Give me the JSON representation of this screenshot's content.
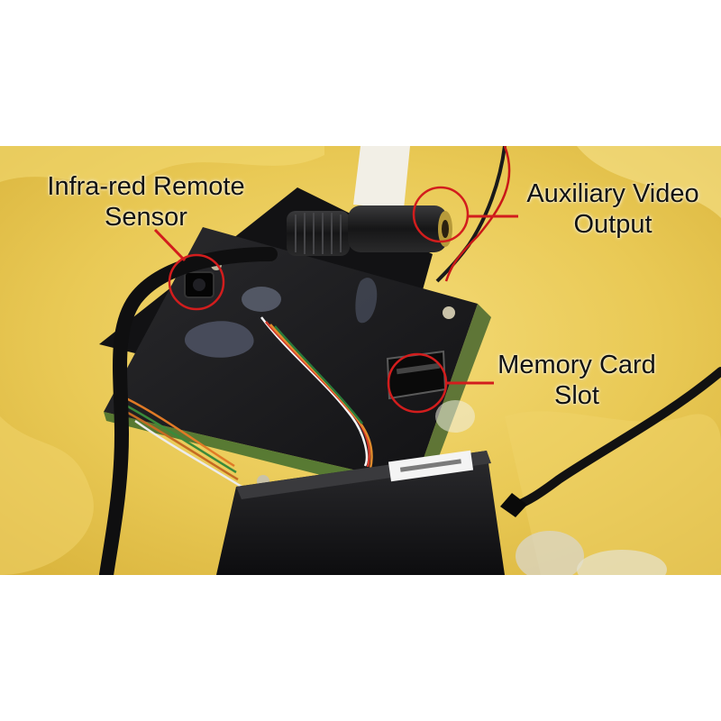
{
  "annotations": {
    "ir_sensor": {
      "line1": "Infra-red Remote",
      "line2": "Sensor"
    },
    "aux_video": {
      "line1": "Auxiliary Video",
      "line2": "Output"
    },
    "memory_card": {
      "line1": "Memory Card",
      "line2": "Slot"
    }
  },
  "colors": {
    "annotation": "#d21d1d",
    "foam": "#e8c64a",
    "board": "#1c1c1e",
    "background": "#ffffff"
  },
  "icons": [
    "callout-circle",
    "callout-pointer"
  ]
}
